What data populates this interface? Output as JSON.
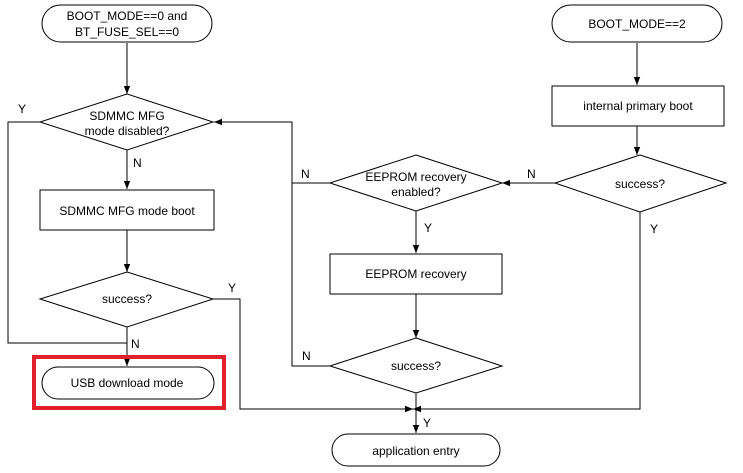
{
  "diagram": {
    "nodes": {
      "start_mode0": {
        "lines": [
          "BOOT_MODE==0 and",
          "BT_FUSE_SEL==0"
        ]
      },
      "start_mode2": {
        "lines": [
          "BOOT_MODE==2"
        ]
      },
      "sdmmc_mfg_disabled": {
        "lines": [
          "SDMMC MFG",
          "mode disabled?"
        ]
      },
      "sdmmc_mfg_boot": {
        "lines": [
          "SDMMC MFG mode boot"
        ]
      },
      "sdmmc_success": {
        "lines": [
          "success?"
        ]
      },
      "usb_download": {
        "lines": [
          "USB download mode"
        ]
      },
      "internal_primary_boot": {
        "lines": [
          "internal primary boot"
        ]
      },
      "primary_success": {
        "lines": [
          "success?"
        ]
      },
      "eeprom_recovery_enabled": {
        "lines": [
          "EEPROM recovery",
          "enabled?"
        ]
      },
      "eeprom_recovery": {
        "lines": [
          "EEPROM recovery"
        ]
      },
      "eeprom_success": {
        "lines": [
          "success?"
        ]
      },
      "application_entry": {
        "lines": [
          "application entry"
        ]
      }
    },
    "edge_labels": {
      "sdmmc_disabled_yes": "Y",
      "sdmmc_disabled_no": "N",
      "sdmmc_success_yes": "Y",
      "sdmmc_success_no": "N",
      "primary_success_no": "N",
      "primary_success_yes": "Y",
      "eeprom_enabled_no": "N",
      "eeprom_enabled_yes": "Y",
      "eeprom_success_no": "N",
      "eeprom_success_yes": "Y"
    },
    "highlight": {
      "target": "usb_download",
      "color": "#e0202a"
    }
  }
}
